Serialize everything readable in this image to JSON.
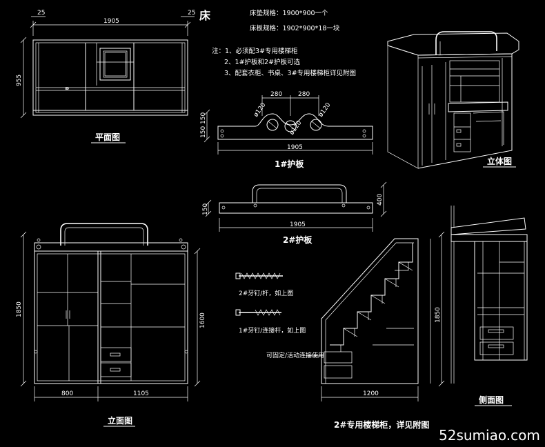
{
  "header": {
    "title": "床",
    "spec_mattress": "床垫规格：1900*900一个",
    "spec_board": "床板规格：1902*900*18一块"
  },
  "notes": {
    "n1": "注：1、必须配3#专用楼梯柜",
    "n2": "2、1#护板和2#护板可选",
    "n3": "3、配套衣柜、书桌、3#专用楼梯柜详见附图"
  },
  "plan": {
    "caption": "平面图",
    "dim_width": "1905",
    "dim_left": "25",
    "dim_right": "25",
    "dim_height": "955"
  },
  "guard1": {
    "caption": "1#护板",
    "dim_width": "1905",
    "dim_280a": "280",
    "dim_280b": "280",
    "dim_d1": "ø120",
    "dim_d2": "ø120",
    "dim_d3": "ø120",
    "dim_side": "150 150"
  },
  "guard2": {
    "caption": "2#护板",
    "dim_width": "1905",
    "dim_left": "150",
    "dim_right": "400"
  },
  "iso": {
    "caption": "立体图"
  },
  "front": {
    "caption": "立面图",
    "dim_800": "800",
    "dim_1105": "1105",
    "dim_1850": "1850",
    "dim_1600": "1600"
  },
  "hardware": {
    "bolt1": "2#牙钉/杆，如上图",
    "bolt2": "1#牙钉/连接杆，如上图"
  },
  "stair": {
    "caption": "2#专用楼梯柜，详见附图",
    "dim_1200": "1200",
    "note": "可固定/活动连接使用"
  },
  "side": {
    "caption": "侧面图",
    "dim_1850": "1850"
  },
  "watermark": "52sumiao.com"
}
